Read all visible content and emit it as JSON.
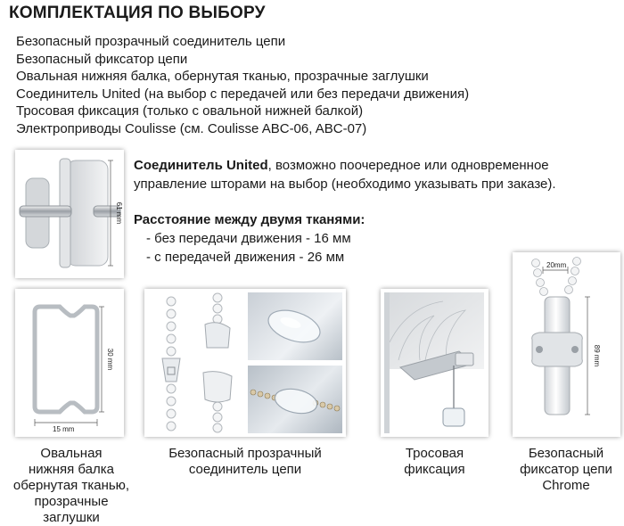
{
  "header": {
    "title": "КОМПЛЕКТАЦИЯ ПО ВЫБОРУ"
  },
  "options": [
    "Безопасный прозрачный соединитель цепи",
    "Безопасный фиксатор цепи",
    "Овальная нижняя балка, обернутая тканью, прозрачные заглушки",
    "Соединитель United (на выбор с передачей или без передачи движения)",
    "Тросовая фиксация (только с овальной нижней балкой)",
    "Электроприводы Coulisse (см. Coulisse ABC-06, ABC-07)"
  ],
  "united": {
    "name": "Соединитель United",
    "description": ", возможно поочередное или одновременное управление шторами на выбор (необходимо указывать при заказе).",
    "dimension": "61 mm",
    "distance_title": "Расстояние между двумя тканями:",
    "distance_rows": [
      "- без передачи движения - 16 мм",
      "- с передачей движения - 26 мм"
    ]
  },
  "gallery": {
    "bottom_bar": {
      "caption": [
        "Овальная",
        "нижняя балка",
        "обернутая тканью,",
        "прозрачные",
        "заглушки"
      ],
      "height_dim": "30 mm",
      "width_dim": "15 mm"
    },
    "chain_connector": {
      "caption": [
        "Безопасный прозрачный",
        "соединитель цепи"
      ]
    },
    "cable": {
      "caption": [
        "Тросовая",
        "фиксация"
      ]
    },
    "chain_lock": {
      "caption": [
        "Безопасный",
        "фиксатор цепи",
        "Chrome"
      ],
      "width_dim": "20mm",
      "height_dim": "89 mm"
    }
  },
  "colors": {
    "panel_shadow": "#9a9a9a",
    "metal": "#c9ccd0",
    "plastic": "#e9ecef",
    "text": "#1a1a1a"
  },
  "icons": [
    "united-connector-image",
    "oval-bar-profile-image",
    "chain-connector-image",
    "crystal-clip-image",
    "cable-fixation-image",
    "chain-lock-image"
  ]
}
